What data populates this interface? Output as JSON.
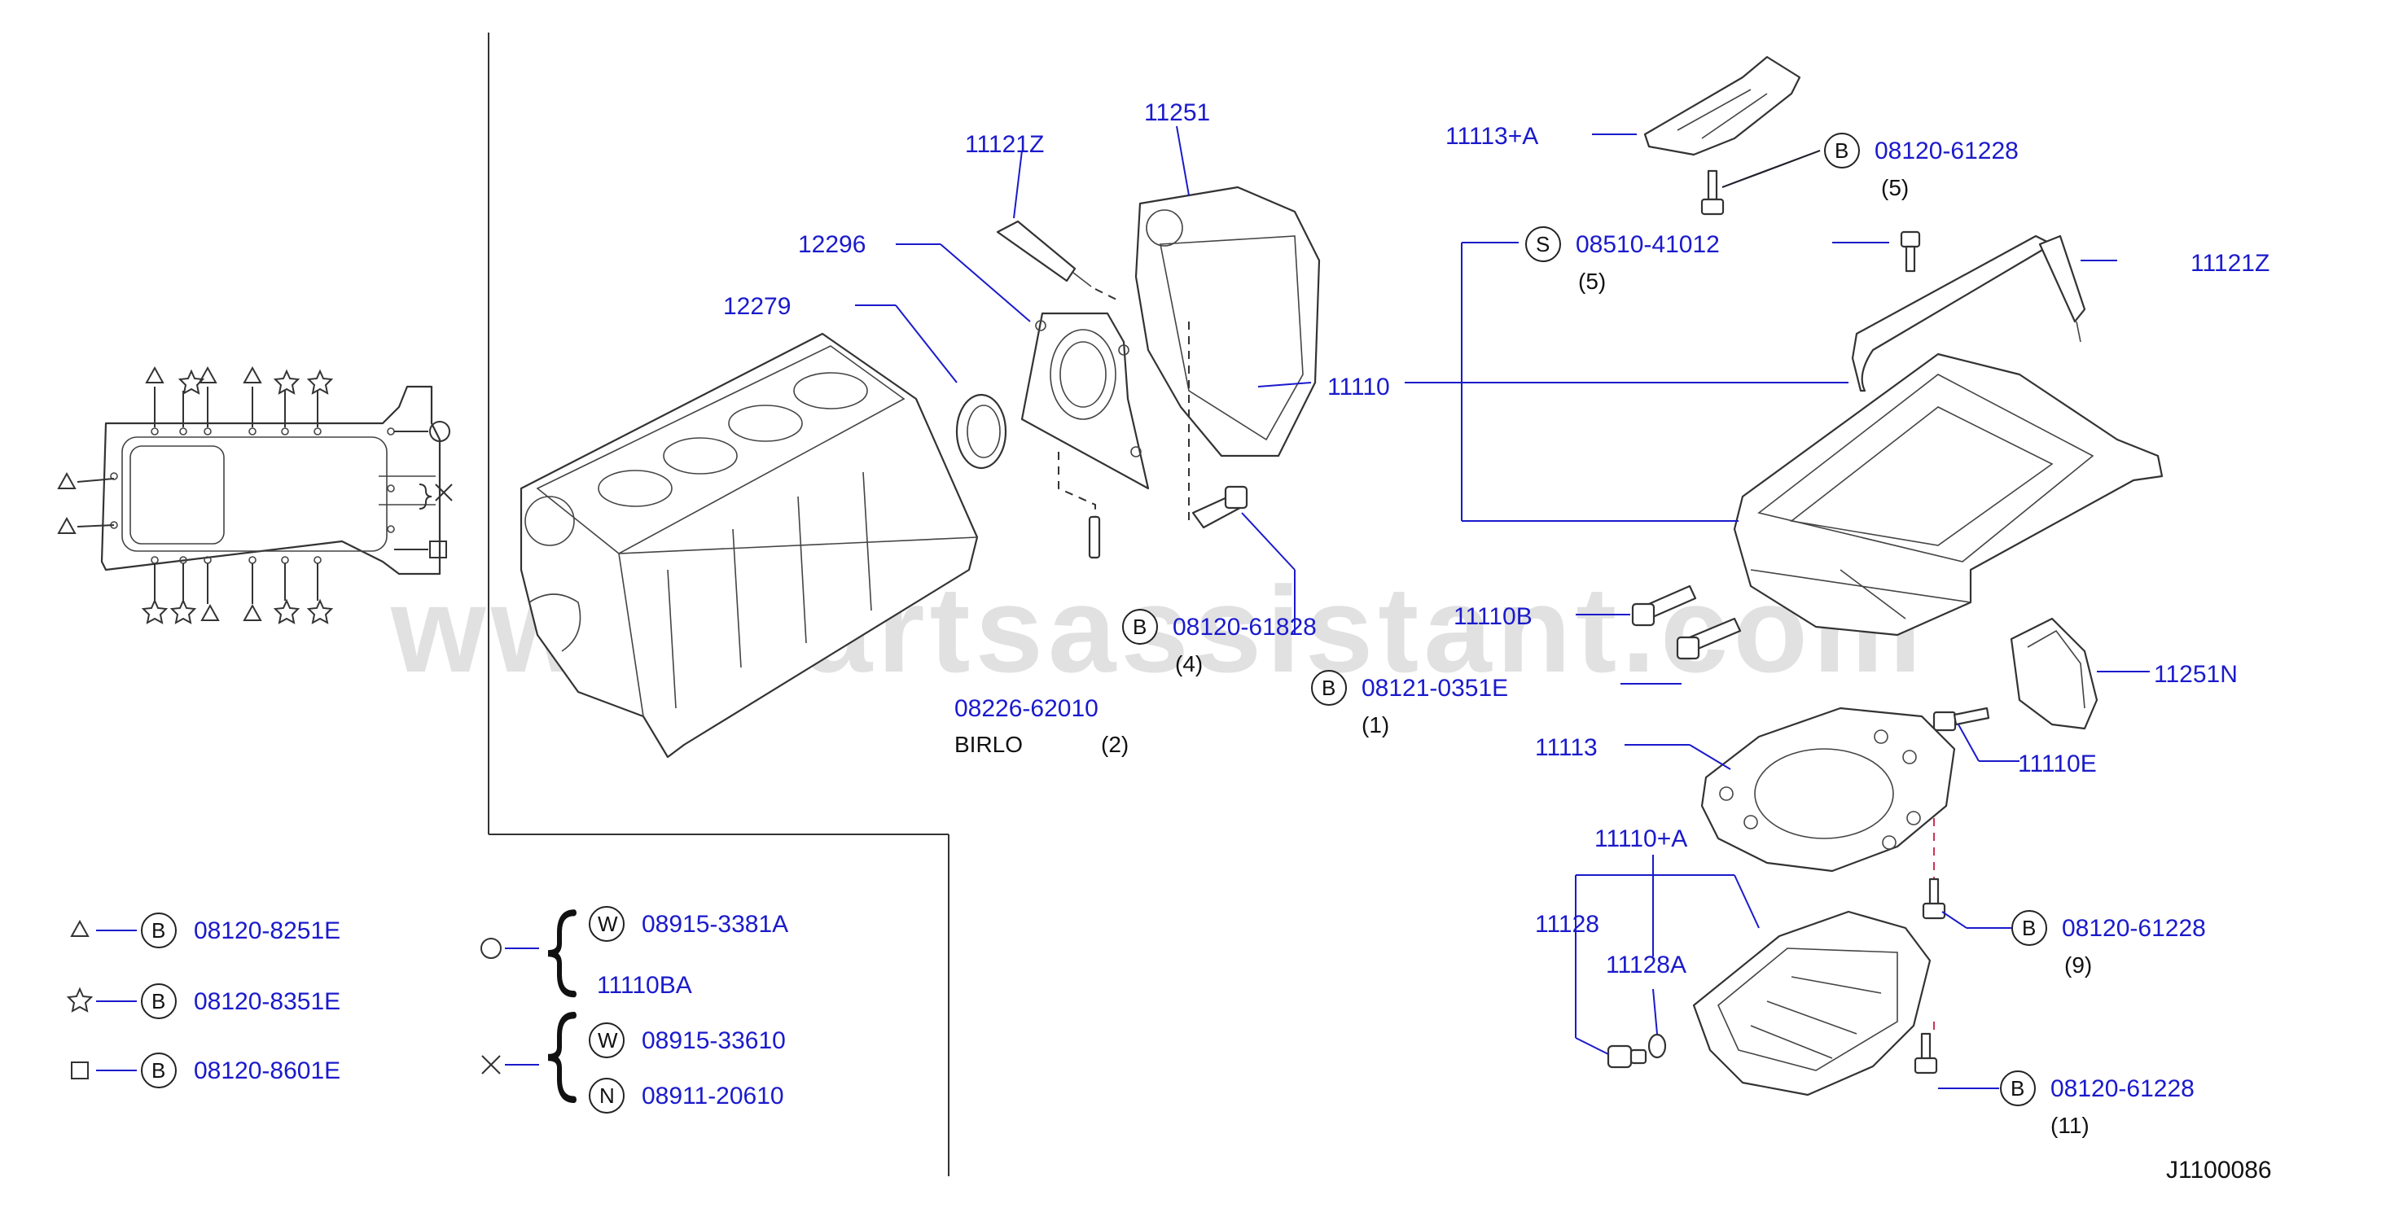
{
  "watermark": "www.partsassistant.com",
  "diagram_code": "J1100086",
  "callouts": [
    {
      "id": "11121Z-a",
      "part": "11121Z"
    },
    {
      "id": "11251",
      "part": "11251"
    },
    {
      "id": "12296",
      "part": "12296"
    },
    {
      "id": "12279",
      "part": "12279"
    },
    {
      "id": "11110",
      "part": "11110"
    },
    {
      "id": "08120-61828",
      "badge": "B",
      "part": "08120-61828",
      "qty": "(4)"
    },
    {
      "id": "08226-62010",
      "part": "08226-62010",
      "sub": "BIRLO",
      "qty": "(2)"
    },
    {
      "id": "08121-0351E",
      "badge": "B",
      "part": "08121-0351E",
      "qty": "(1)"
    },
    {
      "id": "11113+A",
      "part": "11113+A"
    },
    {
      "id": "08120-61228-a",
      "badge": "B",
      "part": "08120-61228",
      "qty": "(5)"
    },
    {
      "id": "08510-41012",
      "badge": "S",
      "part": "08510-41012",
      "qty": "(5)"
    },
    {
      "id": "11121Z-b",
      "part": "11121Z"
    },
    {
      "id": "11110B",
      "part": "11110B"
    },
    {
      "id": "11251N",
      "part": "11251N"
    },
    {
      "id": "11113",
      "part": "11113"
    },
    {
      "id": "11110E",
      "part": "11110E"
    },
    {
      "id": "11110+A",
      "part": "11110+A"
    },
    {
      "id": "11128",
      "part": "11128"
    },
    {
      "id": "11128A",
      "part": "11128A"
    },
    {
      "id": "08120-61228-b",
      "badge": "B",
      "part": "08120-61228",
      "qty": "(9)"
    },
    {
      "id": "08120-61228-c",
      "badge": "B",
      "part": "08120-61228",
      "qty": "(11)"
    }
  ],
  "legend": [
    {
      "symbol": "triangle",
      "badge": "B",
      "part": "08120-8251E"
    },
    {
      "symbol": "star",
      "badge": "B",
      "part": "08120-8351E"
    },
    {
      "symbol": "square",
      "badge": "B",
      "part": "08120-8601E"
    }
  ],
  "legend_groups": [
    {
      "symbol": "circle",
      "items": [
        {
          "badge": "W",
          "part": "08915-3381A"
        },
        {
          "badge": "",
          "part": "11110BA"
        }
      ]
    },
    {
      "symbol": "cross",
      "items": [
        {
          "badge": "W",
          "part": "08915-33610"
        },
        {
          "badge": "N",
          "part": "08911-20610"
        }
      ]
    }
  ]
}
